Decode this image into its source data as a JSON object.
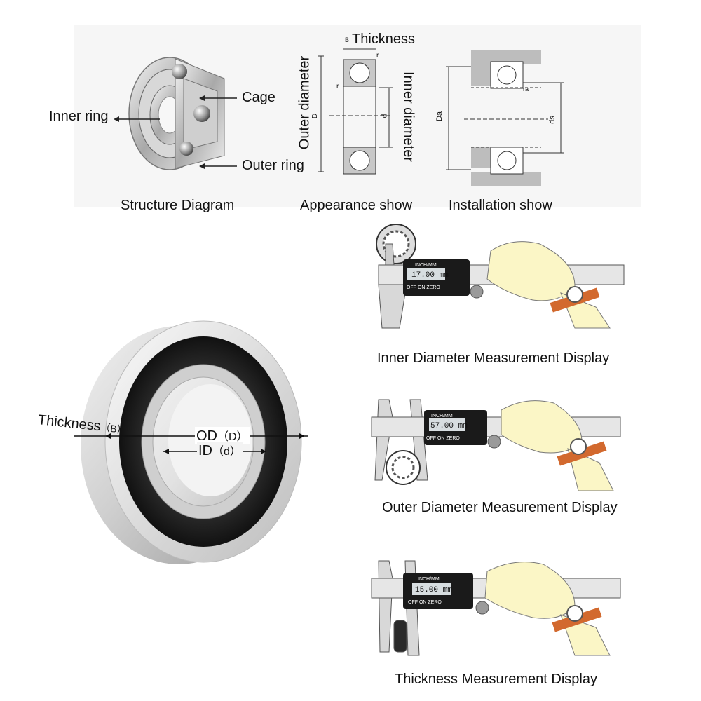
{
  "structure": {
    "inner_ring": "Inner ring",
    "cage": "Cage",
    "outer_ring": "Outer ring",
    "caption": "Structure Diagram"
  },
  "appearance": {
    "thickness": "Thickness",
    "b_mark": "B",
    "r_mark": "r",
    "outer_diameter": "Outer diameter",
    "d_upper": "D",
    "inner_diameter": "Inner diameter",
    "d_lower": "d",
    "caption": "Appearance show"
  },
  "installation": {
    "da": "Da",
    "ds": "ds",
    "ra": "ra",
    "caption": "Installation show"
  },
  "bearing_photo": {
    "thickness": "Thickness",
    "thickness_sym": "（B）",
    "od": "OD",
    "od_sym": "（D）",
    "id": "ID",
    "id_sym": "（d）"
  },
  "caliper_inner": {
    "brand": "INCH/MM",
    "reading": "17.00 mm",
    "buttons": "OFF  ON  ZERO",
    "caption": "Inner Diameter Measurement Display"
  },
  "caliper_outer": {
    "brand": "INCH/MM",
    "reading": "57.00 mm",
    "buttons": "OFF  ON  ZERO",
    "caption": "Outer Diameter Measurement Display"
  },
  "caliper_thickness": {
    "brand": "INCH/MM",
    "reading": "15.00 mm",
    "buttons": "OFF  ON  ZERO",
    "caption": "Thickness Measurement Display"
  }
}
